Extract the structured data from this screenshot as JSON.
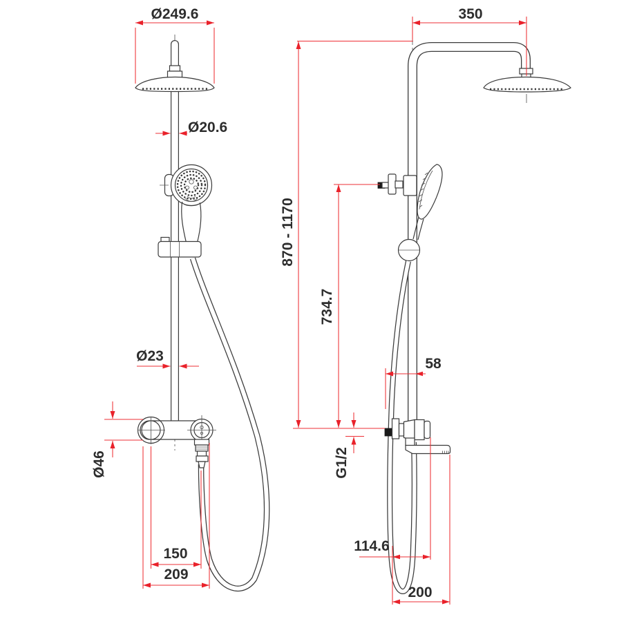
{
  "drawing": {
    "type": "technical-dimension-drawing",
    "product": "shower-column-with-rain-head-hand-shower-and-mixer",
    "colors": {
      "line": "#3a3a3a",
      "dimension_line": "#ee2f34",
      "dimension_text": "#2d2d2d",
      "background": "#ffffff"
    },
    "front_view": {
      "name": "front-view",
      "dims": {
        "head_diameter": "Ø249.6",
        "upper_pipe_diameter": "Ø20.6",
        "lower_pipe_diameter": "Ø23",
        "valve_body_diameter": "Ø46",
        "handle_to_outlet": "150",
        "valve_overall_width": "209"
      }
    },
    "side_view": {
      "name": "side-view",
      "dims": {
        "arm_projection": "350",
        "column_height_range": "870 - 1170",
        "diverter_height": "734.7",
        "hose_to_pipe_offset": "58",
        "inlet_thread": "G1/2",
        "spout_projection": "114.6",
        "overall_projection": "200"
      }
    }
  }
}
